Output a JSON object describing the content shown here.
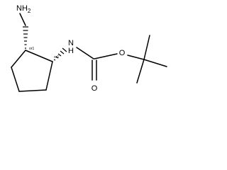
{
  "structure": {
    "atoms": {
      "amine_n": "NH",
      "amine_sub": "2",
      "amide_n": "N",
      "amide_h": "H",
      "carbonyl_o": "O",
      "ester_o": "O"
    },
    "stereo_labels": [
      "or1",
      "or1"
    ]
  }
}
